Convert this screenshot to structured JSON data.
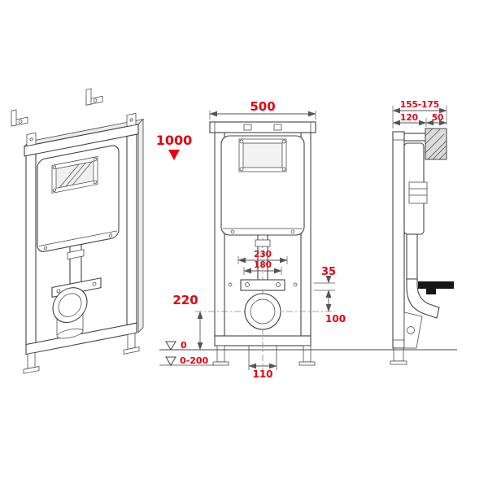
{
  "colors": {
    "dimension_text": "#e60012",
    "drawing_line": "#444444",
    "dimension_line": "#555555"
  },
  "dimensions": {
    "front_width": "500",
    "actuation_height": "1000",
    "fixing_spacing_outer": "230",
    "fixing_spacing_inner": "180",
    "bracket_offset": "35",
    "drain_center_height": "220",
    "bracket_to_drain": "100",
    "outlet_diameter": "110",
    "floor_level_zero": "0",
    "floor_adjust_range": "0-200",
    "depth_total_range": "155-175",
    "frame_depth": "120",
    "plate_housing_depth": "50"
  }
}
